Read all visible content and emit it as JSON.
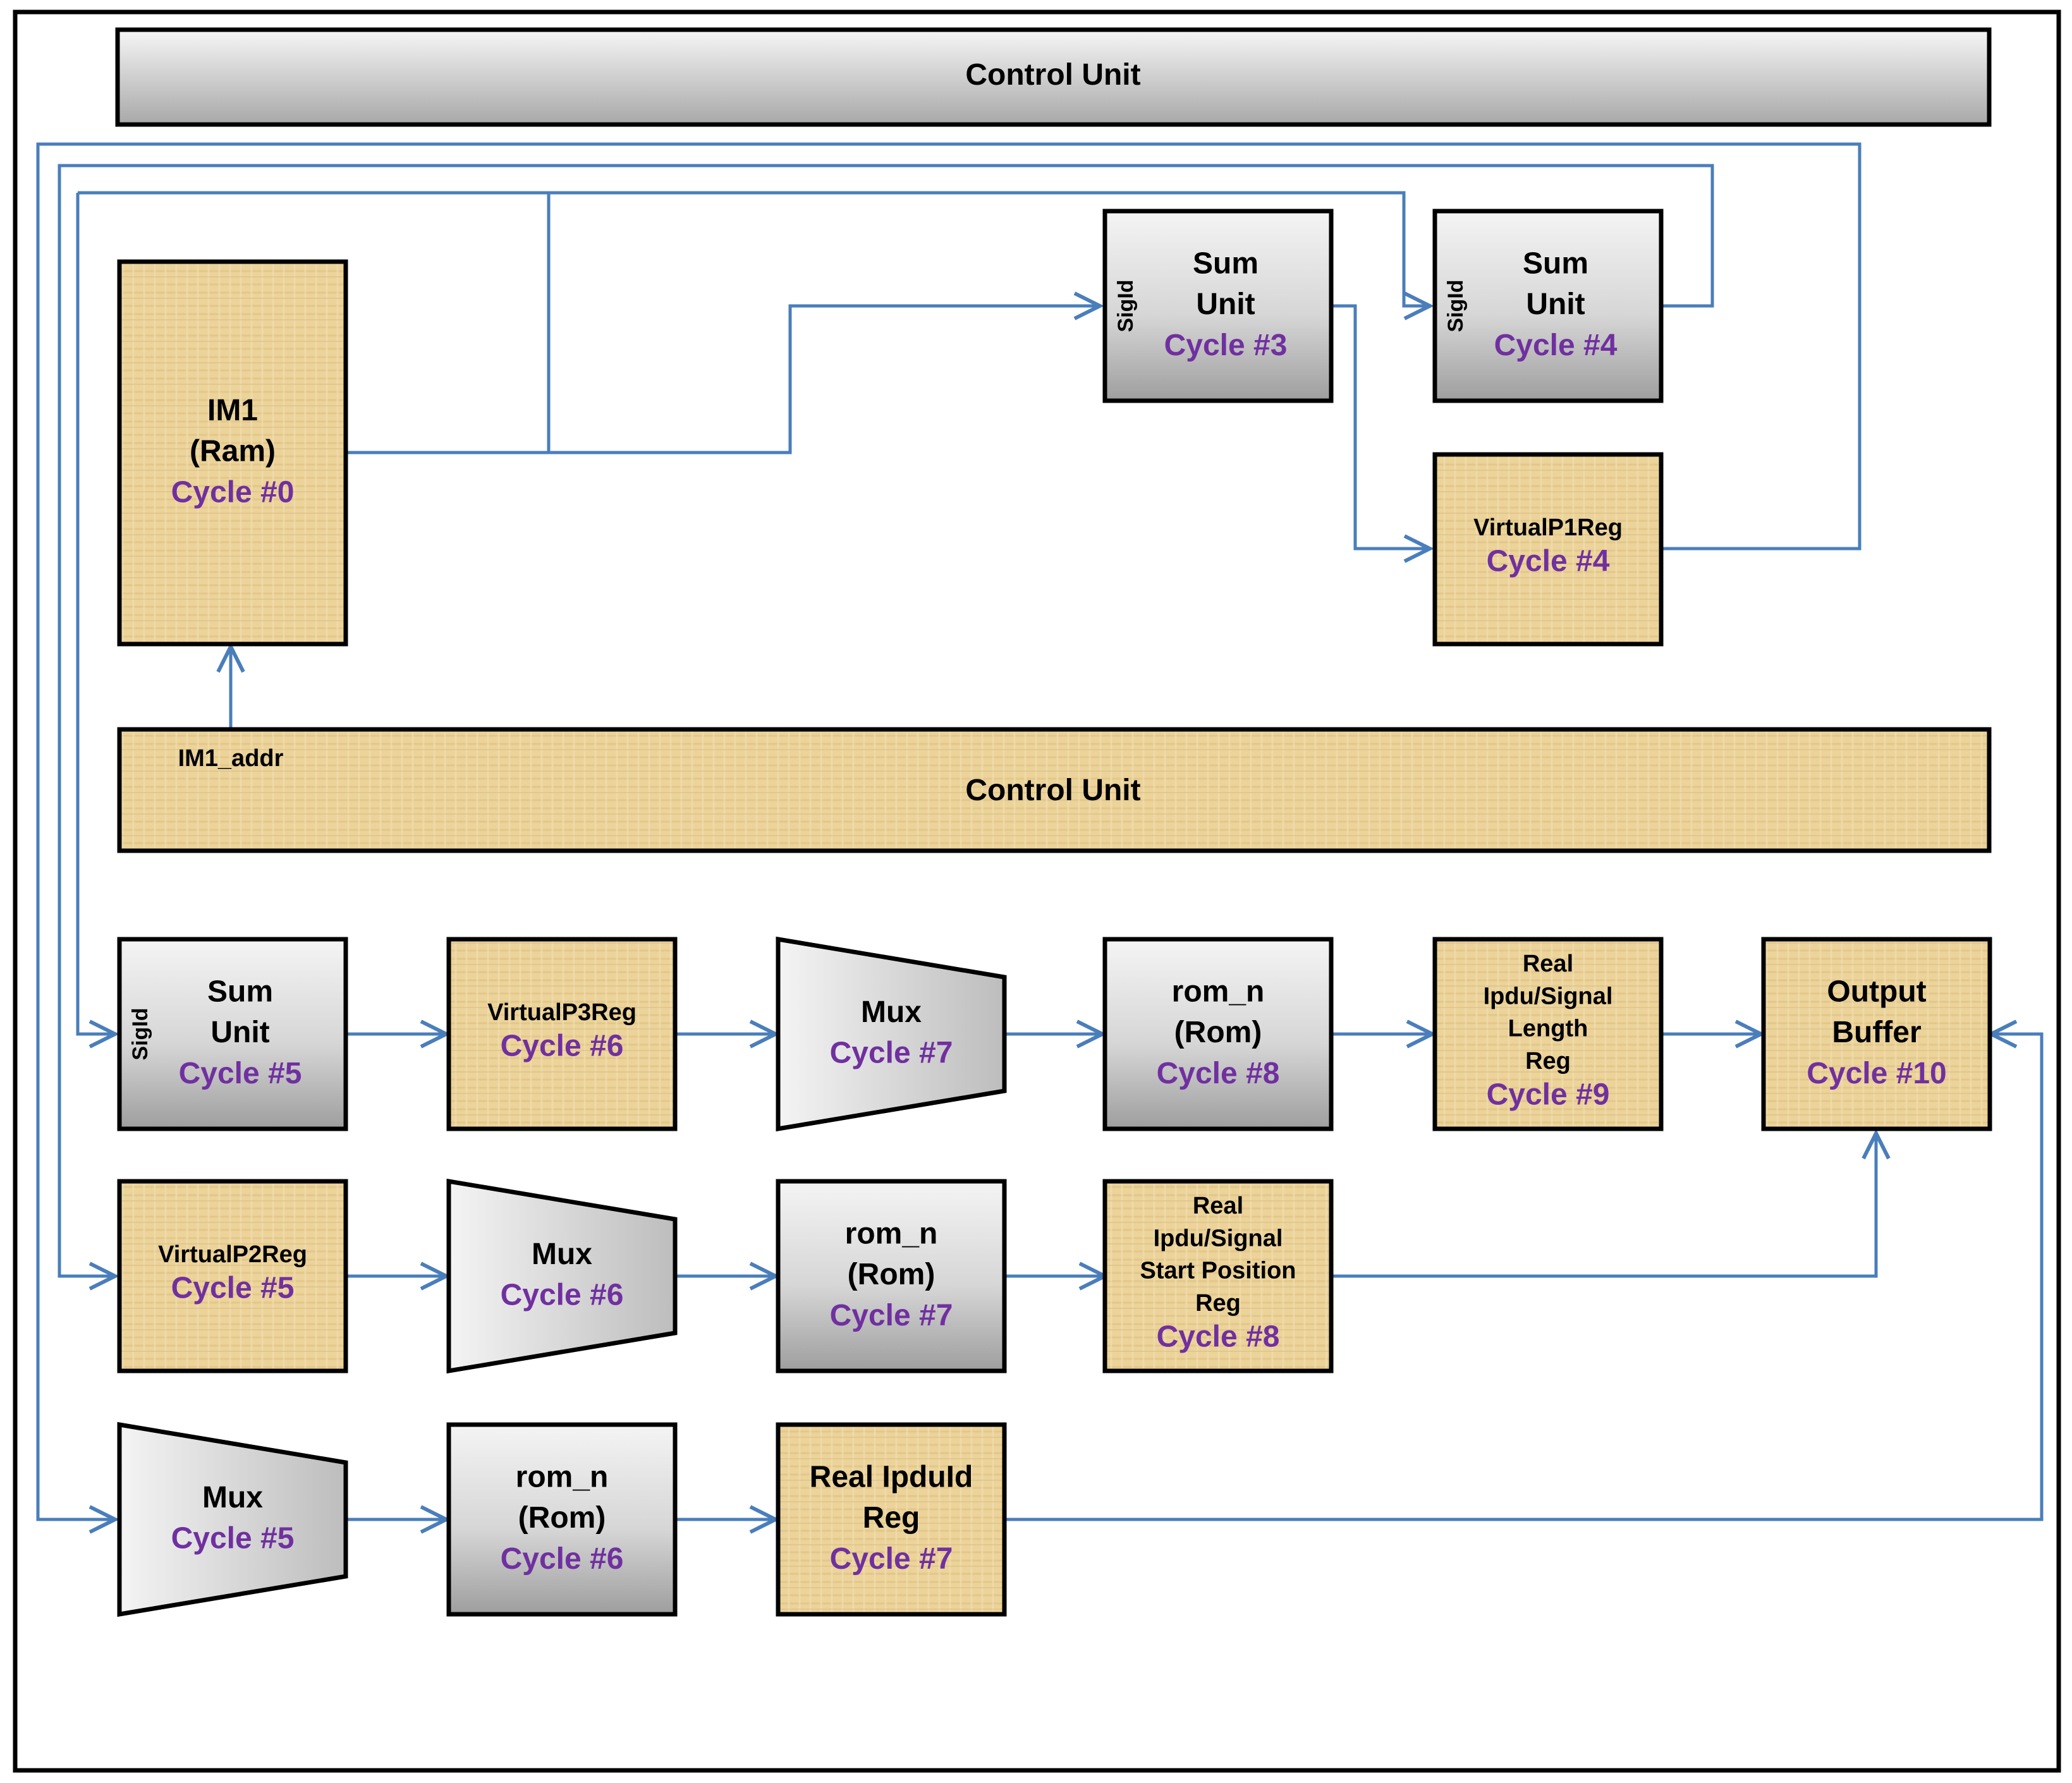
{
  "control_unit_top": {
    "label": "Control Unit"
  },
  "control_unit_mid": {
    "label": "Control Unit",
    "port_label": "IM1_addr"
  },
  "blocks": {
    "im1": {
      "lines": [
        "IM1",
        "(Ram)"
      ],
      "cycle": "Cycle #0"
    },
    "sum3": {
      "lines": [
        "Sum",
        "Unit"
      ],
      "cycle": "Cycle #3",
      "port": "SigId"
    },
    "sum4": {
      "lines": [
        "Sum",
        "Unit"
      ],
      "cycle": "Cycle #4",
      "port": "SigId"
    },
    "vp1": {
      "lines": [
        "VirtualP1Reg"
      ],
      "cycle": "Cycle #4"
    },
    "sum5": {
      "lines": [
        "Sum",
        "Unit"
      ],
      "cycle": "Cycle #5",
      "port": "SigId"
    },
    "vp3": {
      "lines": [
        "VirtualP3Reg"
      ],
      "cycle": "Cycle #6"
    },
    "mux7": {
      "lines": [
        "Mux"
      ],
      "cycle": "Cycle #7"
    },
    "rom8": {
      "lines": [
        "rom_n",
        "(Rom)"
      ],
      "cycle": "Cycle #8"
    },
    "len9": {
      "lines": [
        "Real",
        "Ipdu/Signal",
        "Length",
        "Reg"
      ],
      "cycle": "Cycle #9"
    },
    "outbuf": {
      "lines": [
        "Output",
        "Buffer"
      ],
      "cycle": "Cycle #10"
    },
    "vp2": {
      "lines": [
        "VirtualP2Reg"
      ],
      "cycle": "Cycle #5"
    },
    "mux6": {
      "lines": [
        "Mux"
      ],
      "cycle": "Cycle #6"
    },
    "rom7": {
      "lines": [
        "rom_n",
        "(Rom)"
      ],
      "cycle": "Cycle #7"
    },
    "start8": {
      "lines": [
        "Real",
        "Ipdu/Signal",
        "Start Position",
        "Reg"
      ],
      "cycle": "Cycle #8"
    },
    "mux5": {
      "lines": [
        "Mux"
      ],
      "cycle": "Cycle #5"
    },
    "rom6": {
      "lines": [
        "rom_n",
        "(Rom)"
      ],
      "cycle": "Cycle #6"
    },
    "ipduid7": {
      "lines": [
        "Real IpduId",
        "Reg"
      ],
      "cycle": "Cycle #7"
    }
  },
  "colors": {
    "wire": "#4a7ebb",
    "cycle_text": "#7030a0",
    "register_fill": "#e8cf96",
    "unit_fill_top": "#f2f2f2",
    "unit_fill_bottom": "#9c9c9c"
  }
}
